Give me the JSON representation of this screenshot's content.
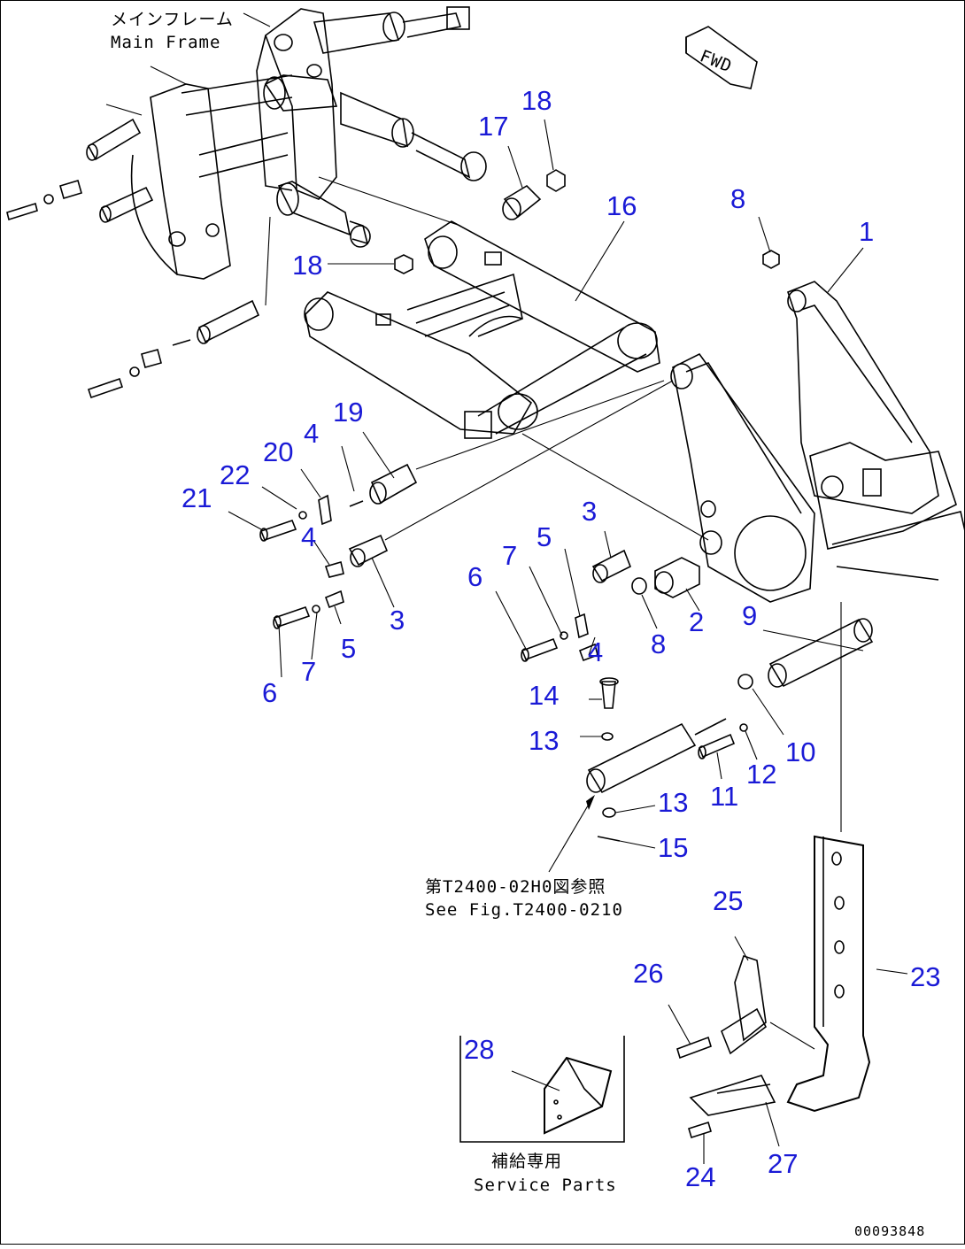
{
  "callouts": [
    {
      "id": "c1",
      "label": "1"
    },
    {
      "id": "c2",
      "label": "2"
    },
    {
      "id": "c3a",
      "label": "3"
    },
    {
      "id": "c3b",
      "label": "3"
    },
    {
      "id": "c4a",
      "label": "4"
    },
    {
      "id": "c4b",
      "label": "4"
    },
    {
      "id": "c4c",
      "label": "4"
    },
    {
      "id": "c5a",
      "label": "5"
    },
    {
      "id": "c5b",
      "label": "5"
    },
    {
      "id": "c6a",
      "label": "6"
    },
    {
      "id": "c6b",
      "label": "6"
    },
    {
      "id": "c7a",
      "label": "7"
    },
    {
      "id": "c7b",
      "label": "7"
    },
    {
      "id": "c8a",
      "label": "8"
    },
    {
      "id": "c8b",
      "label": "8"
    },
    {
      "id": "c9",
      "label": "9"
    },
    {
      "id": "c10",
      "label": "10"
    },
    {
      "id": "c11",
      "label": "11"
    },
    {
      "id": "c12",
      "label": "12"
    },
    {
      "id": "c13a",
      "label": "13"
    },
    {
      "id": "c13b",
      "label": "13"
    },
    {
      "id": "c14",
      "label": "14"
    },
    {
      "id": "c15",
      "label": "15"
    },
    {
      "id": "c16",
      "label": "16"
    },
    {
      "id": "c17",
      "label": "17"
    },
    {
      "id": "c18a",
      "label": "18"
    },
    {
      "id": "c18b",
      "label": "18"
    },
    {
      "id": "c19",
      "label": "19"
    },
    {
      "id": "c20",
      "label": "20"
    },
    {
      "id": "c21",
      "label": "21"
    },
    {
      "id": "c22",
      "label": "22"
    },
    {
      "id": "c23",
      "label": "23"
    },
    {
      "id": "c24",
      "label": "24"
    },
    {
      "id": "c25",
      "label": "25"
    },
    {
      "id": "c26",
      "label": "26"
    },
    {
      "id": "c27",
      "label": "27"
    },
    {
      "id": "c28",
      "label": "28"
    }
  ],
  "labels": {
    "main_frame_jp": "メインフレーム",
    "main_frame_en": "Main Frame",
    "fwd": "FWD",
    "see_fig_jp": "第T2400-02H0図参照",
    "see_fig_en": "See Fig.T2400-0210",
    "service_jp": "補給専用",
    "service_en": "Service Parts",
    "drawing_no": "00093848"
  },
  "colors": {
    "callout": "#1a1ad6",
    "line": "#000000",
    "background": "#ffffff"
  }
}
